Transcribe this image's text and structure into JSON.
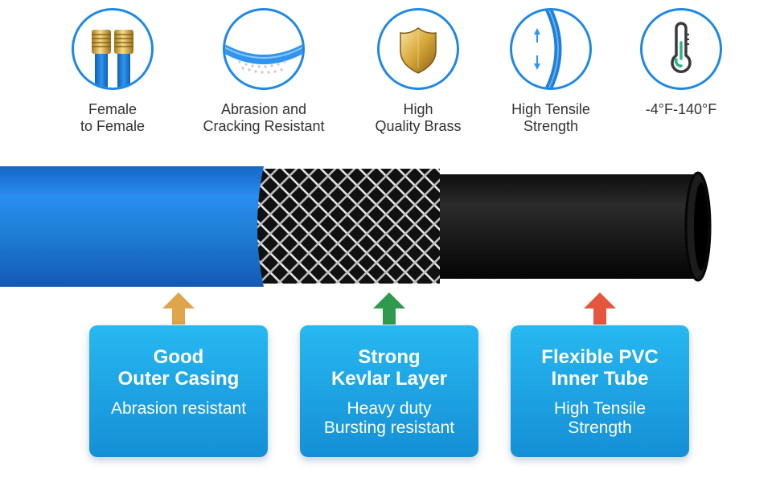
{
  "features": [
    {
      "icon": "brass-connector-icon",
      "line1": "Female",
      "line2": "to Female"
    },
    {
      "icon": "hose-surface-icon",
      "line1": "Abrasion and",
      "line2": "Cracking Resistant"
    },
    {
      "icon": "brass-shield-icon",
      "line1": "High",
      "line2": "Quality Brass"
    },
    {
      "icon": "tensile-arrows-icon",
      "line1": "High Tensile",
      "line2": "Strength"
    },
    {
      "icon": "thermometer-icon",
      "line1": "-4°F-140°F",
      "line2": ""
    }
  ],
  "layers": [
    {
      "arrow_color": "#e0a44a",
      "title1": "Good",
      "title2": "Outer Casing",
      "desc1": "Abrasion resistant",
      "desc2": ""
    },
    {
      "arrow_color": "#2e9a4d",
      "title1": "Strong",
      "title2": "Kevlar Layer",
      "desc1": "Heavy duty",
      "desc2": "Bursting resistant"
    },
    {
      "arrow_color": "#e4573e",
      "title1": "Flexible PVC",
      "title2": "Inner Tube",
      "desc1": "High Tensile",
      "desc2": "Strength"
    }
  ],
  "colors": {
    "hose_blue": "#1f7fd6",
    "inner_tube": "#1c1c1c",
    "card_blue": "#1c9fe0"
  }
}
